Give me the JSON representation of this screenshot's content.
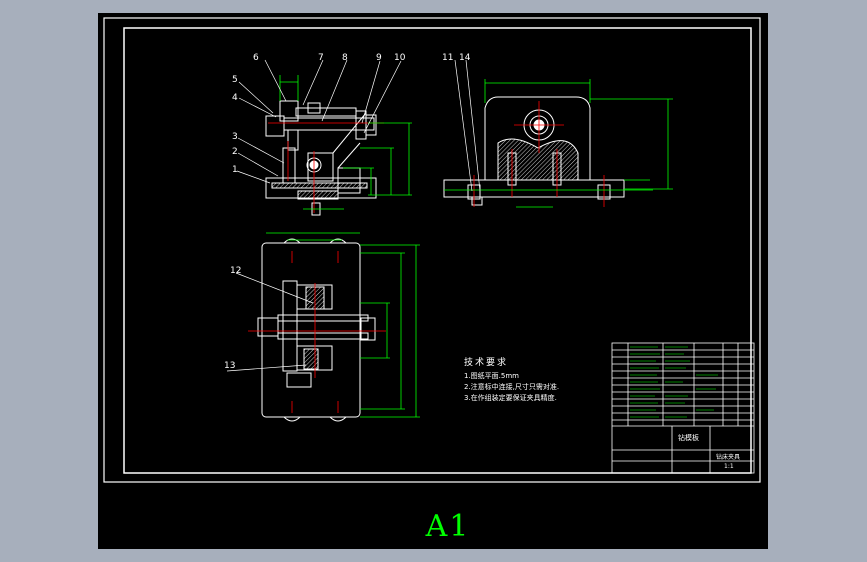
{
  "paper_size": "A1",
  "balloons": [
    "1",
    "2",
    "3",
    "4",
    "5",
    "6",
    "7",
    "8",
    "9",
    "10",
    "11",
    "12",
    "13",
    "14"
  ],
  "technical_requirements": {
    "title": "技术要求",
    "items": [
      "1.图纸平面.5mm",
      "2.注意标中连接,尺寸只需对准.",
      "3.在作组装定要保证夹具精度."
    ]
  },
  "title_block": {
    "part_name": "钻床夹具",
    "scale": "1:1",
    "drawing_title": "钻模板"
  },
  "colors": {
    "background": "#000000",
    "frame": "#ffffff",
    "dimension": "#00ff00",
    "centerline": "#ff0000",
    "balloon": "#ffffff",
    "hatch": "#ffffff",
    "label": "#00ff00"
  }
}
